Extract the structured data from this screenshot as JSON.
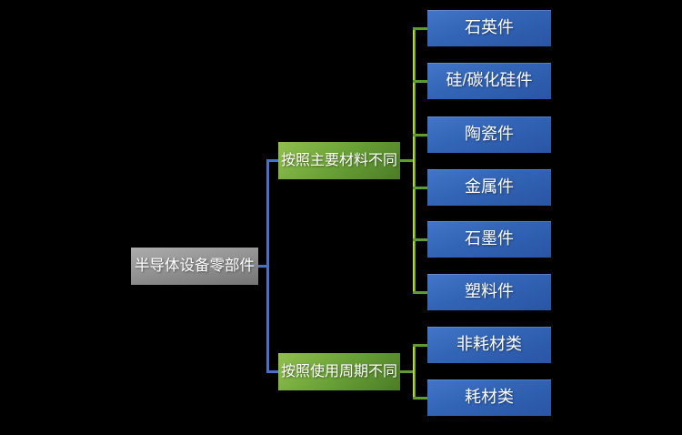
{
  "diagram": {
    "root": {
      "label": "半导体设备零部件"
    },
    "groups": [
      {
        "branch_label": "按照主要材料不同",
        "items": [
          "石英件",
          "硅/碳化硅件",
          "陶瓷件",
          "金属件",
          "石墨件",
          "塑料件"
        ]
      },
      {
        "branch_label": "按照使用周期不同",
        "items": [
          "非耗材类",
          "耗材类"
        ]
      }
    ],
    "colors": {
      "background": "#000000",
      "root_node_fill": "#949494",
      "branch_node_fill": "#6AA137",
      "leaf_node_fill": "#3264B6",
      "connector_blue": "#4472C4",
      "connector_green": "#5D9C33",
      "connector_green_highlight": "#CEDE3B",
      "text": "#FFFFFF"
    }
  }
}
